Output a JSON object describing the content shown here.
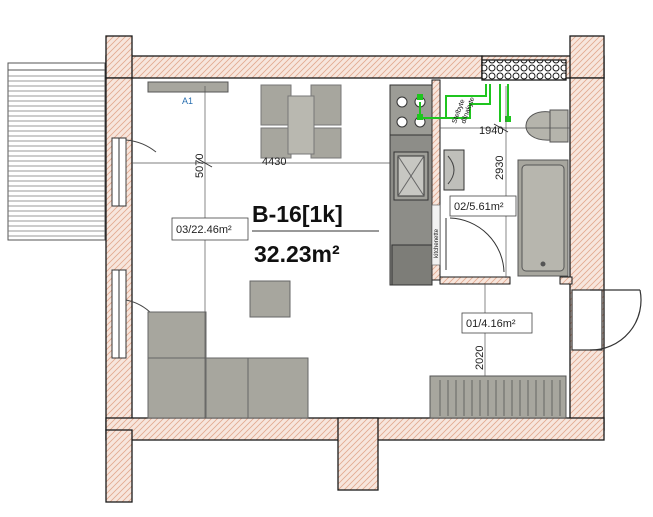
{
  "apartment": {
    "code": "B-16[1k]",
    "total_area": "32.23m²"
  },
  "rooms": [
    {
      "id": "living",
      "label": "03/22.46m²"
    },
    {
      "id": "bathroom",
      "label": "02/5.61m²"
    },
    {
      "id": "hall",
      "label": "01/4.16m²"
    }
  ],
  "dimensions": [
    {
      "id": "living-width",
      "value": "4430"
    },
    {
      "id": "living-depth",
      "value": "5070"
    },
    {
      "id": "bath-width",
      "value": "1940"
    },
    {
      "id": "bath-depth",
      "value": "2930"
    },
    {
      "id": "hall-depth",
      "value": "2020"
    }
  ],
  "annotations": {
    "shaft_top": "Stelbyte",
    "shaft_bottom": "dilnakyte",
    "cabinet": "kitchenette",
    "window_mark": "A1"
  },
  "colors": {
    "wall_hatch": "#e2a98f",
    "wall_line": "#1a1a1a",
    "furniture": "#a7a69e",
    "kitchen": "#8d8d88",
    "pipe": "#1fc51f"
  }
}
